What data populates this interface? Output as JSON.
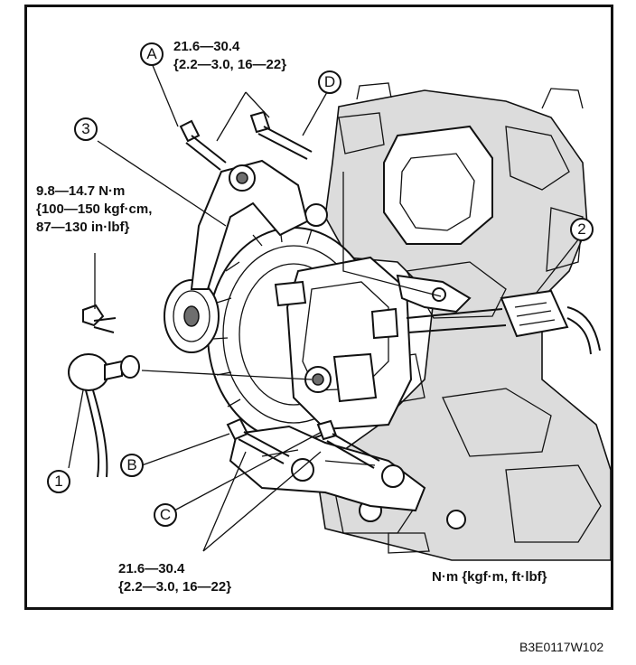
{
  "torque_top": {
    "line1": "21.6—30.4",
    "line2": "{2.2—3.0, 16—22}"
  },
  "torque_left": {
    "line1": "9.8—14.7 N·m",
    "line2": "{100—150 kgf·cm,",
    "line3": "87—130 in·lbf}"
  },
  "torque_bottom": {
    "line1": "21.6—30.4",
    "line2": "{2.2—3.0, 16—22}"
  },
  "callouts": {
    "a": "A",
    "b": "B",
    "c": "C",
    "d": "D",
    "one": "1",
    "two": "2",
    "three": "3"
  },
  "units_label": "N·m {kgf·m, ft·lbf}",
  "figure_code": "B3E0117W102"
}
